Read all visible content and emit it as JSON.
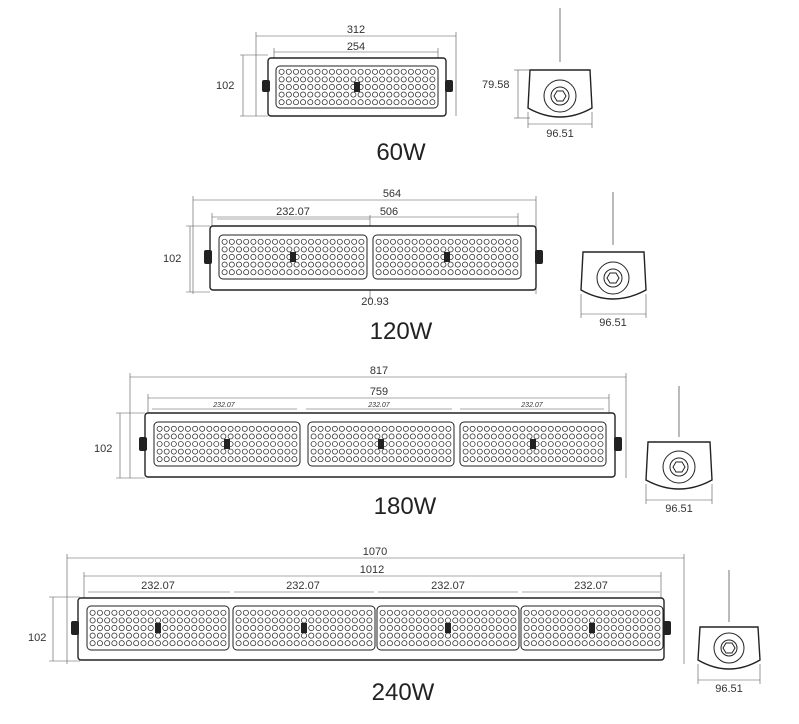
{
  "fixtures": [
    {
      "power": "60W",
      "dim_overall": "312",
      "dim_inner": "254",
      "dim_height": "102",
      "side_height": "79.58",
      "side_width": "96.51",
      "module_dims": []
    },
    {
      "power": "120W",
      "dim_overall": "564",
      "dim_inner": "506",
      "dim_height": "102",
      "dim_gap": "20.93",
      "side_width": "96.51",
      "module_dims": [
        "232.07"
      ]
    },
    {
      "power": "180W",
      "dim_overall": "817",
      "dim_inner": "759",
      "dim_height": "102",
      "side_width": "96.51",
      "module_dims": [
        "232.07",
        "232.07",
        "232.07"
      ]
    },
    {
      "power": "240W",
      "dim_overall": "1070",
      "dim_inner": "1012",
      "dim_height": "102",
      "side_width": "96.51",
      "module_dims": [
        "232.07",
        "232.07",
        "232.07",
        "232.07"
      ]
    }
  ]
}
